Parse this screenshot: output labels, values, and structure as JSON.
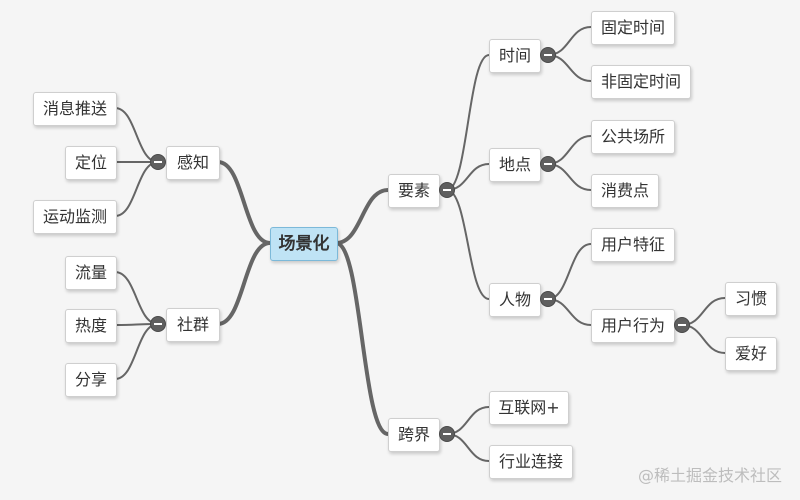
{
  "root": "场景化",
  "left": {
    "gankzhi": {
      "label": "感知",
      "children": [
        "消息推送",
        "定位",
        "运动监测"
      ]
    },
    "shequn": {
      "label": "社群",
      "children": [
        "流量",
        "热度",
        "分享"
      ]
    }
  },
  "right": {
    "yaosu": {
      "label": "要素",
      "time": {
        "label": "时间",
        "children": [
          "固定时间",
          "非固定时间"
        ]
      },
      "place": {
        "label": "地点",
        "children": [
          "公共场所",
          "消费点"
        ]
      },
      "person": {
        "label": "人物",
        "feature": "用户特征",
        "behavior": {
          "label": "用户行为",
          "children": [
            "习惯",
            "爱好"
          ]
        }
      }
    },
    "kuajie": {
      "label": "跨界",
      "children": [
        "互联网+",
        "行业连接"
      ]
    }
  },
  "watermark": "@稀土掘金技术社区"
}
